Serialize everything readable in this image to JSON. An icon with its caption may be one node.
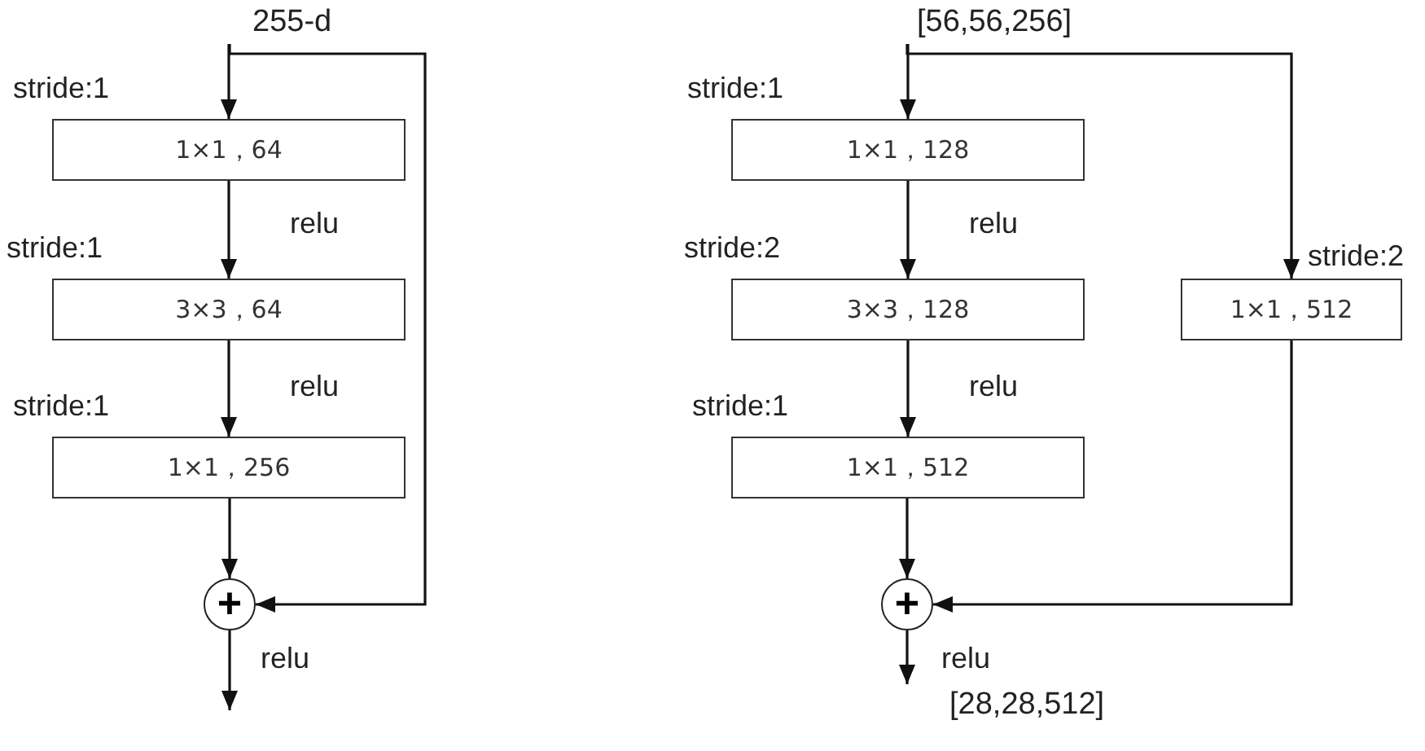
{
  "diagram": {
    "nodes": [
      {
        "text": [
          "255-d"
        ]
      },
      {
        "text": [
          "1×1，64"
        ],
        "beside": [
          "stride:1"
        ]
      },
      {
        "text": [
          "3×3，64"
        ],
        "beside": [
          "stride:1"
        ]
      },
      {
        "text": [
          "1×1，256"
        ],
        "beside": [
          "stride:1"
        ]
      },
      {
        "text": [
          "+"
        ]
      },
      {
        "text": [
          "[56,56,256]"
        ]
      },
      {
        "text": [
          "1×1，128"
        ],
        "beside": [
          "stride:1"
        ]
      },
      {
        "text": [
          "3×3，128"
        ],
        "beside": [
          "stride:2"
        ]
      },
      {
        "text": [
          "1×1，512"
        ],
        "beside": [
          "stride:1"
        ]
      },
      {
        "text": [
          "1×1，512"
        ],
        "beside": [
          "stride:2"
        ]
      },
      {
        "text": [
          "+"
        ]
      },
      {
        "text": [
          "[28,28,512]"
        ]
      }
    ],
    "edges": [
      {
        "from": 0,
        "to": 1,
        "arrow": "to"
      },
      {
        "from": 1,
        "to": 2,
        "arrow": "to",
        "label": "relu"
      },
      {
        "from": 2,
        "to": 3,
        "arrow": "to",
        "label": "relu"
      },
      {
        "from": 3,
        "to": 4,
        "arrow": "to"
      },
      {
        "from": 0,
        "to": 4,
        "arrow": "to"
      },
      {
        "from": 4,
        "to": null,
        "arrow": "to",
        "label": "relu"
      },
      {
        "from": 5,
        "to": 6,
        "arrow": "to"
      },
      {
        "from": 6,
        "to": 7,
        "arrow": "to",
        "label": "relu"
      },
      {
        "from": 7,
        "to": 8,
        "arrow": "to",
        "label": "relu"
      },
      {
        "from": 8,
        "to": 10,
        "arrow": "to"
      },
      {
        "from": 5,
        "to": 9,
        "arrow": "to"
      },
      {
        "from": 9,
        "to": 10,
        "arrow": "to"
      },
      {
        "from": 10,
        "to": 11,
        "arrow": "to",
        "label": "relu"
      }
    ]
  }
}
